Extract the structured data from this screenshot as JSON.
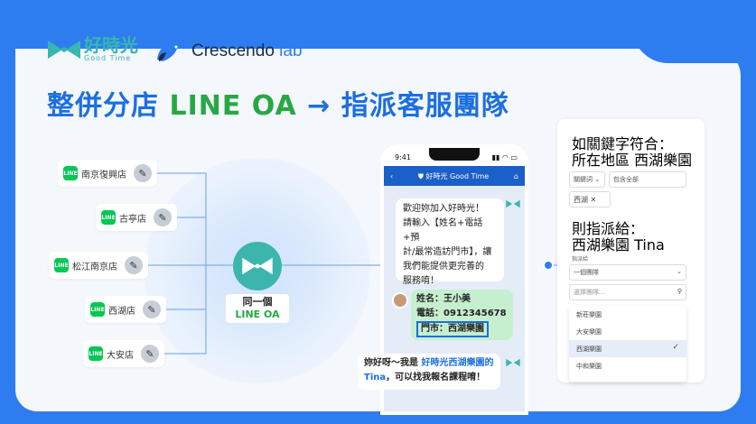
{
  "brand": {
    "goodtime_zh": "好時光",
    "goodtime_en": "Good Time",
    "crescendo_a": "Crescendo",
    "crescendo_b": "lab"
  },
  "headline": {
    "a": "整併分店 ",
    "b": "LINE OA",
    "c": " → 指派客服團隊"
  },
  "stores": [
    "南京復興店",
    "古亭店",
    "松江南京店",
    "西湖店",
    "大安店"
  ],
  "center": {
    "line1": "同一個",
    "line2": "LINE OA"
  },
  "phone": {
    "time": "9:41",
    "title": "好時光 Good Time",
    "bot1_l1": "歡迎妳加入好時光！",
    "bot1_l2": "請輸入【姓名+電話+預",
    "bot1_l3": "計/最常造訪門市】，讓",
    "bot1_l4": "我們能提供更完善的",
    "bot1_l5": "服務唷！",
    "user_name": "姓名：王小美",
    "user_phone": "電話：0912345678",
    "user_store": "門市：西湖樂園",
    "bot2_a": "妳好呀～我是 ",
    "bot2_hl1": "好時光西湖樂園的",
    "bot2_hl2": "Tina",
    "bot2_b": "，可以找我報名課程唷！"
  },
  "panel": {
    "if_label": "如關鍵字符合：",
    "if_value": "所在地區 西湖樂園",
    "sel_keyword": "關鍵詞",
    "sel_contains": "包含全部",
    "tag": "西湖",
    "then_label": "則指派給：",
    "then_value": "西湖樂園 Tina",
    "assign_label": "指派給",
    "team_select": "一個團隊",
    "search_placeholder": "選擇團隊...",
    "options": [
      "新莊樂園",
      "大安樂園",
      "西湖樂園",
      "中和樂園"
    ],
    "selected_option": "西湖樂園"
  },
  "colors": {
    "background": "#2d7df0",
    "line_green": "#06c755",
    "brand_teal": "#3cb5ad",
    "accent_blue": "#1b6fe0"
  }
}
